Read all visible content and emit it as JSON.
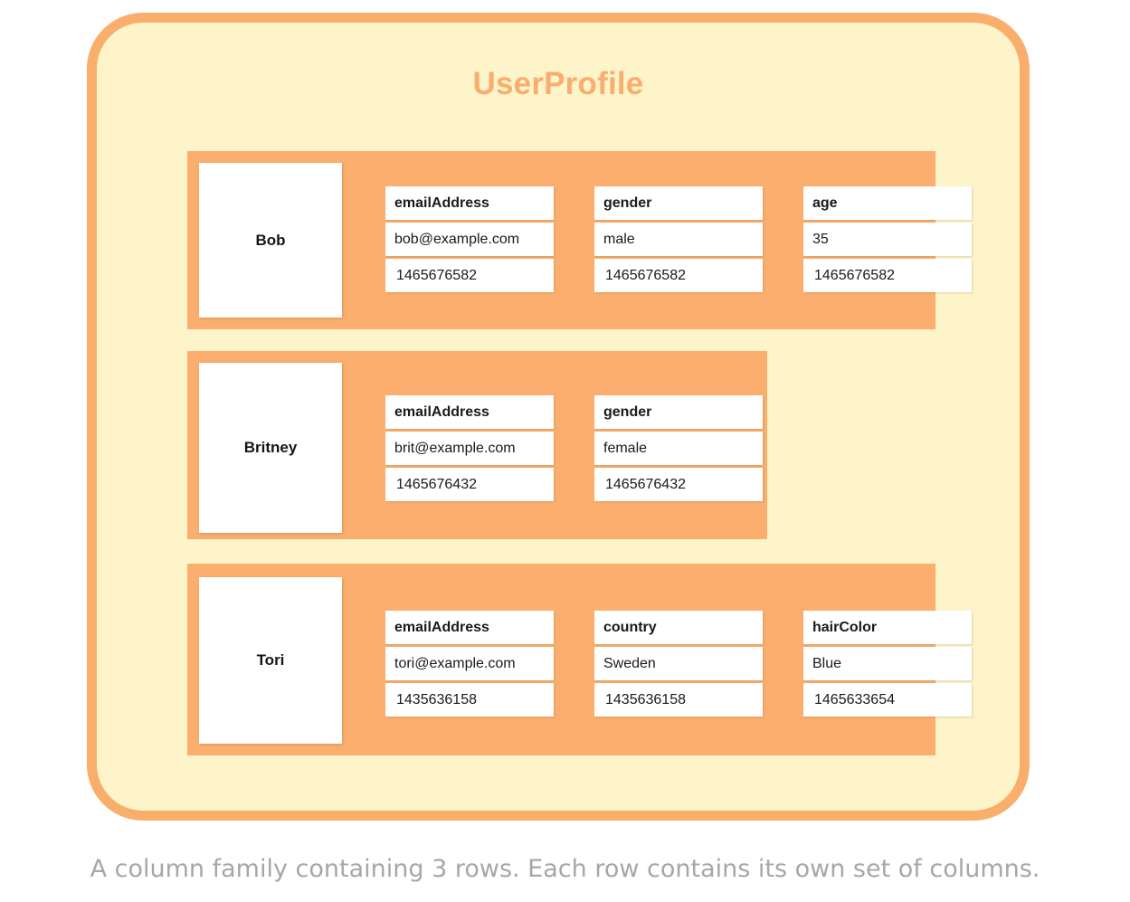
{
  "diagram": {
    "title": "UserProfile",
    "caption": "A column family containing 3 rows. Each row contains its own set of columns.",
    "colors": {
      "container_fill": "#fdf4c9",
      "container_border": "#f9ae6c",
      "row_band": "#fbae6d",
      "title_text": "#f9ad6e",
      "cell_fill": "#ffffff",
      "cell_text": "#1a1a1a",
      "caption_text": "#a7a7a7"
    },
    "rows": [
      {
        "key": "Bob",
        "columns": [
          {
            "name": "emailAddress",
            "value": "bob@example.com",
            "timestamp": "1465676582"
          },
          {
            "name": "gender",
            "value": "male",
            "timestamp": "1465676582"
          },
          {
            "name": "age",
            "value": "35",
            "timestamp": "1465676582"
          }
        ]
      },
      {
        "key": "Britney",
        "columns": [
          {
            "name": "emailAddress",
            "value": "brit@example.com",
            "timestamp": "1465676432"
          },
          {
            "name": "gender",
            "value": "female",
            "timestamp": "1465676432"
          }
        ]
      },
      {
        "key": "Tori",
        "columns": [
          {
            "name": "emailAddress",
            "value": "tori@example.com",
            "timestamp": "1435636158"
          },
          {
            "name": "country",
            "value": "Sweden",
            "timestamp": "1435636158"
          },
          {
            "name": "hairColor",
            "value": "Blue",
            "timestamp": "1465633654"
          }
        ]
      }
    ]
  }
}
